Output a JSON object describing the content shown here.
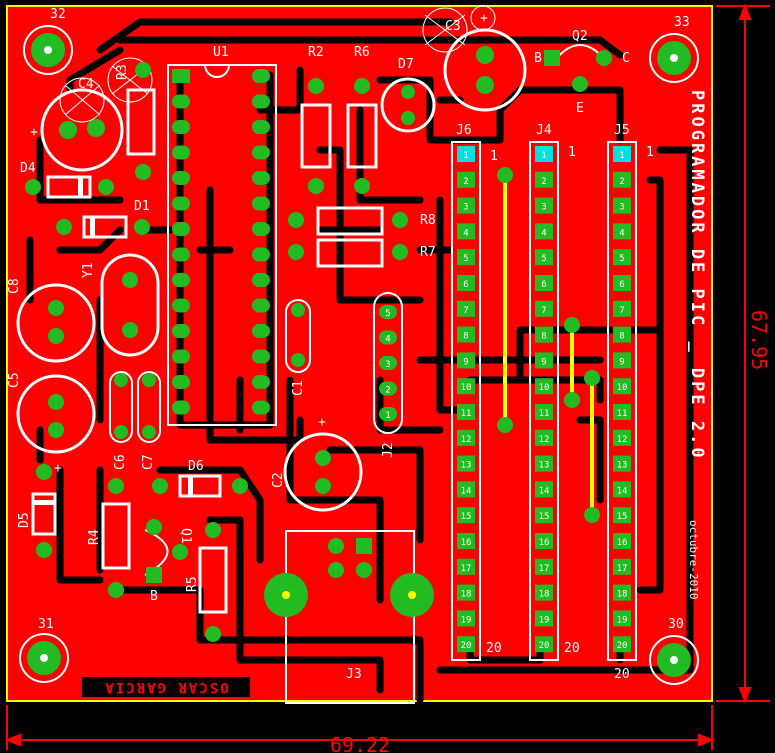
{
  "colors": {
    "board": "#ff0000",
    "trace": "#000000",
    "pad": "#22bb22",
    "pad_ring": "#00cc00",
    "pin_square": "#00e0e0",
    "silk": "#ffffff",
    "outline": "#ffff00",
    "jumper": "#ffff00",
    "dimension": "#ff0000"
  },
  "title": {
    "vertical_text": "PROGRAMADOR DE PIC _ DPE 2.0",
    "date_text": "octubre-2010",
    "author_text": "OSCAR GARCIA"
  },
  "dimensions": {
    "width": "69.22",
    "height": "67.95"
  },
  "labels": {
    "u1": "U1",
    "r2": "R2",
    "r6": "R6",
    "d7": "D7",
    "c3": "C3",
    "q2": "Q2",
    "c4": "C4",
    "r3": "R3",
    "d4": "D4",
    "d1": "D1",
    "r8": "R8",
    "r7": "R7",
    "y1": "Y1",
    "c8": "C8",
    "c5": "C5",
    "c6": "C6",
    "c7": "C7",
    "c1": "C1",
    "j2": "J2",
    "j6": "J6",
    "j4": "J4",
    "j5": "J5",
    "j3": "J3",
    "d6": "D6",
    "c2": "C2",
    "d5": "D5",
    "r4": "R4",
    "q1": "Q1",
    "r5": "R5",
    "m32": "32",
    "m33": "33",
    "m31": "31",
    "m30": "30",
    "one": "1",
    "twenty": "20",
    "plus": "+",
    "q_b": "B",
    "q_c": "C",
    "q_e": "E"
  },
  "pin_numbers": [
    "1",
    "2",
    "3",
    "4",
    "5",
    "6",
    "7",
    "8",
    "9",
    "10",
    "11",
    "12",
    "13",
    "14",
    "15",
    "16",
    "17",
    "18",
    "19",
    "20"
  ],
  "j2_pins": [
    "5",
    "4",
    "3",
    "2",
    "1"
  ]
}
